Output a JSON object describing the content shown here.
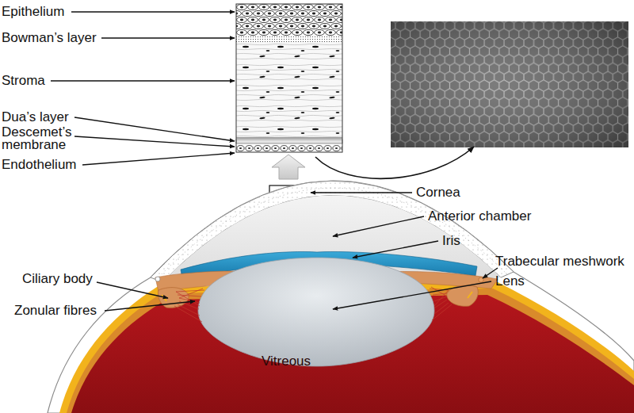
{
  "diagram": {
    "labels": [
      "Epithelium",
      "Bowman’s layer",
      "Stroma",
      "Dua’s layer",
      "Descemet’s membrane",
      "Endothelium",
      "Cornea",
      "Anterior chamber",
      "Iris",
      "Trabecular meshwork",
      "Ciliary body",
      "Lens",
      "Zonular fibres",
      "Vitreous"
    ]
  }
}
